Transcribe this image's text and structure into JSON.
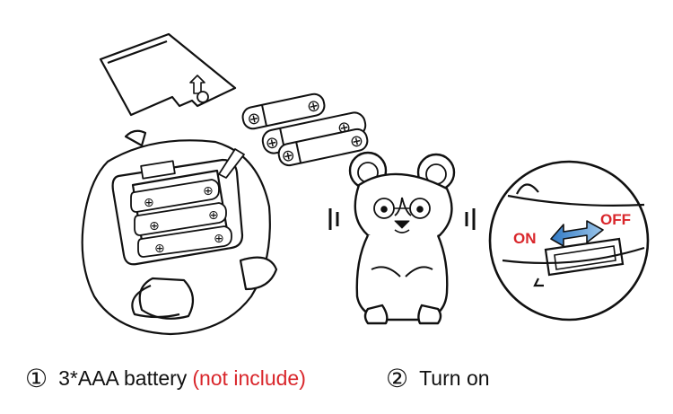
{
  "steps": [
    {
      "number": "①",
      "text": "3*AAA battery",
      "note": "(not include)",
      "note_color": "#d9262b"
    },
    {
      "number": "②",
      "text": "Turn on"
    }
  ],
  "switch": {
    "on_label": "ON",
    "off_label": "OFF",
    "label_color": "#d9262b",
    "arrow_color": "#2f78c4"
  },
  "battery_symbol": "⊕",
  "icons": [
    "battery-cover-icon",
    "aaa-battery-icon",
    "toy-back-icon",
    "hamster-icon",
    "power-switch-icon",
    "up-arrow-icon"
  ]
}
